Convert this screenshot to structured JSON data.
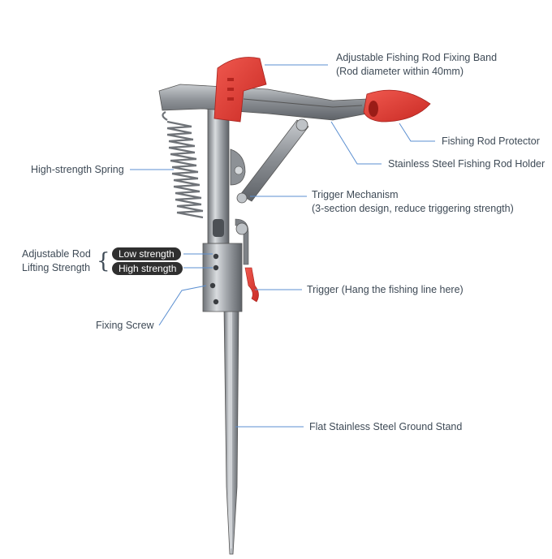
{
  "colors": {
    "leader_line": "#5b8fd1",
    "text": "#3e4a56",
    "red_parts": "#e8413a",
    "steel": "#9a9ea3",
    "pill_bg": "#2f2f2f"
  },
  "labels": {
    "band_line1": "Adjustable Fishing Rod Fixing Band",
    "band_line2": "(Rod diameter within 40mm)",
    "protector": "Fishing Rod Protector",
    "holder": "Stainless Steel Fishing Rod Holder",
    "spring": "High-strength Spring",
    "trigger_mech_line1": "Trigger Mechanism",
    "trigger_mech_line2": "(3-section design, reduce triggering strength)",
    "lifting_line1": "Adjustable Rod",
    "lifting_line2": "Lifting Strength",
    "low_strength": "Low strength",
    "high_strength": "High strength",
    "trigger": "Trigger (Hang the fishing line here)",
    "fixing_screw": "Fixing Screw",
    "ground_stand": "Flat Stainless Steel Ground Stand"
  }
}
